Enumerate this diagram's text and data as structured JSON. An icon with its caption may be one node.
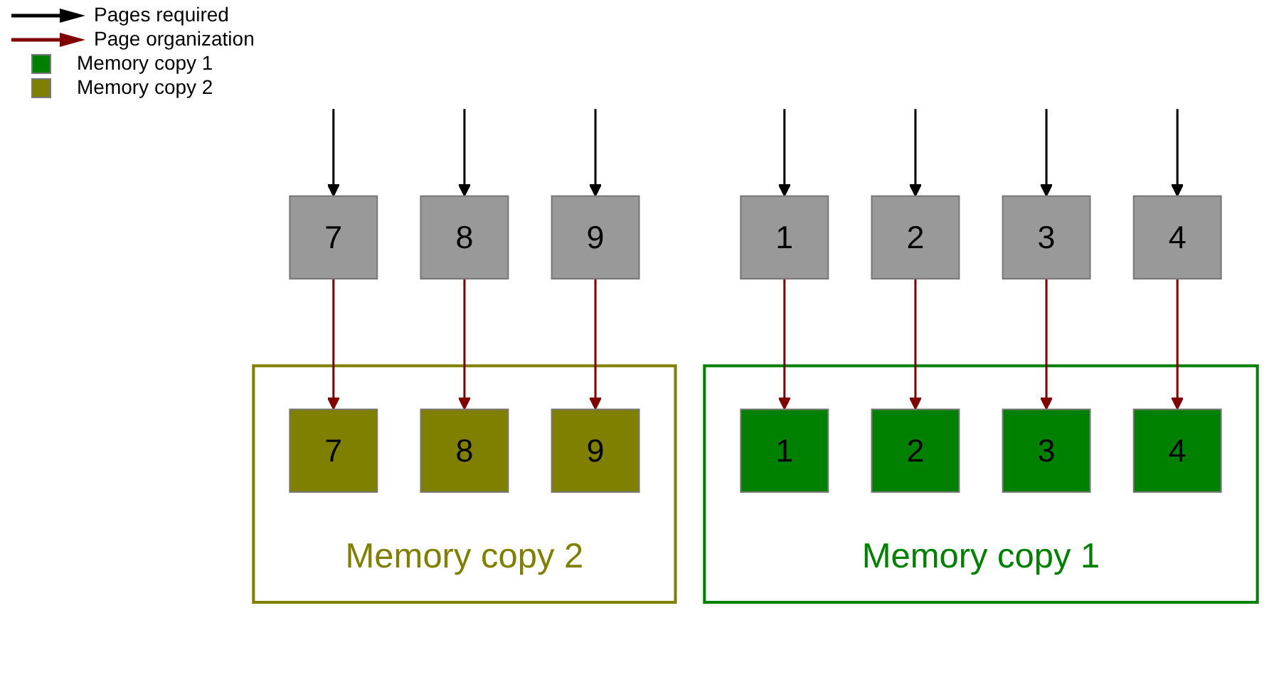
{
  "diagram": {
    "nodes": [
      {
        "text": [
          "3"
        ]
      },
      {
        "text": [
          "1"
        ]
      },
      {
        "text": [
          "2"
        ]
      },
      {
        "text": [
          "9"
        ]
      },
      {
        "text": [
          "7"
        ]
      },
      {
        "text": [
          "4"
        ]
      },
      {
        "text": [
          "8"
        ]
      },
      {
        "text": [
          "Memory copy 1"
        ]
      },
      {
        "text": [
          "1"
        ],
        "in": 7
      },
      {
        "text": [
          "2"
        ],
        "in": 7
      },
      {
        "text": [
          "3"
        ],
        "in": 7
      },
      {
        "text": [
          "4"
        ],
        "in": 7
      },
      {
        "text": [
          "Memory copy 2"
        ]
      },
      {
        "text": [
          "7"
        ],
        "in": 12
      },
      {
        "text": [
          "8"
        ],
        "in": 12
      },
      {
        "text": [
          "9"
        ],
        "in": 12
      }
    ],
    "edges": [
      {
        "from": null,
        "to": 0,
        "arrow": "to"
      },
      {
        "from": null,
        "to": 1,
        "arrow": "to"
      },
      {
        "from": null,
        "to": 2,
        "arrow": "to"
      },
      {
        "from": null,
        "to": 3,
        "arrow": "to"
      },
      {
        "from": null,
        "to": 4,
        "arrow": "to"
      },
      {
        "from": null,
        "to": 5,
        "arrow": "to"
      },
      {
        "from": null,
        "to": 6,
        "arrow": "to"
      },
      {
        "from": 0,
        "to": 10,
        "arrow": "to",
        "color": "#800000"
      },
      {
        "from": 1,
        "to": 8,
        "arrow": "to",
        "color": "#800000"
      },
      {
        "from": 2,
        "to": 9,
        "arrow": "to",
        "color": "#800000"
      },
      {
        "from": 3,
        "to": 15,
        "arrow": "to",
        "color": "#800000"
      },
      {
        "from": 4,
        "to": 13,
        "arrow": "to",
        "color": "#800000"
      },
      {
        "from": 5,
        "to": 11,
        "arrow": "to",
        "color": "#800000"
      },
      {
        "from": 6,
        "to": 14,
        "arrow": "to",
        "color": "#800000"
      }
    ],
    "legend": [
      {
        "text": "Pages required"
      },
      {
        "text": "Page organization"
      },
      {
        "text": "Memory copy 1",
        "color": "#008000"
      },
      {
        "text": "Memory copy 2",
        "color": "#808000"
      }
    ]
  }
}
